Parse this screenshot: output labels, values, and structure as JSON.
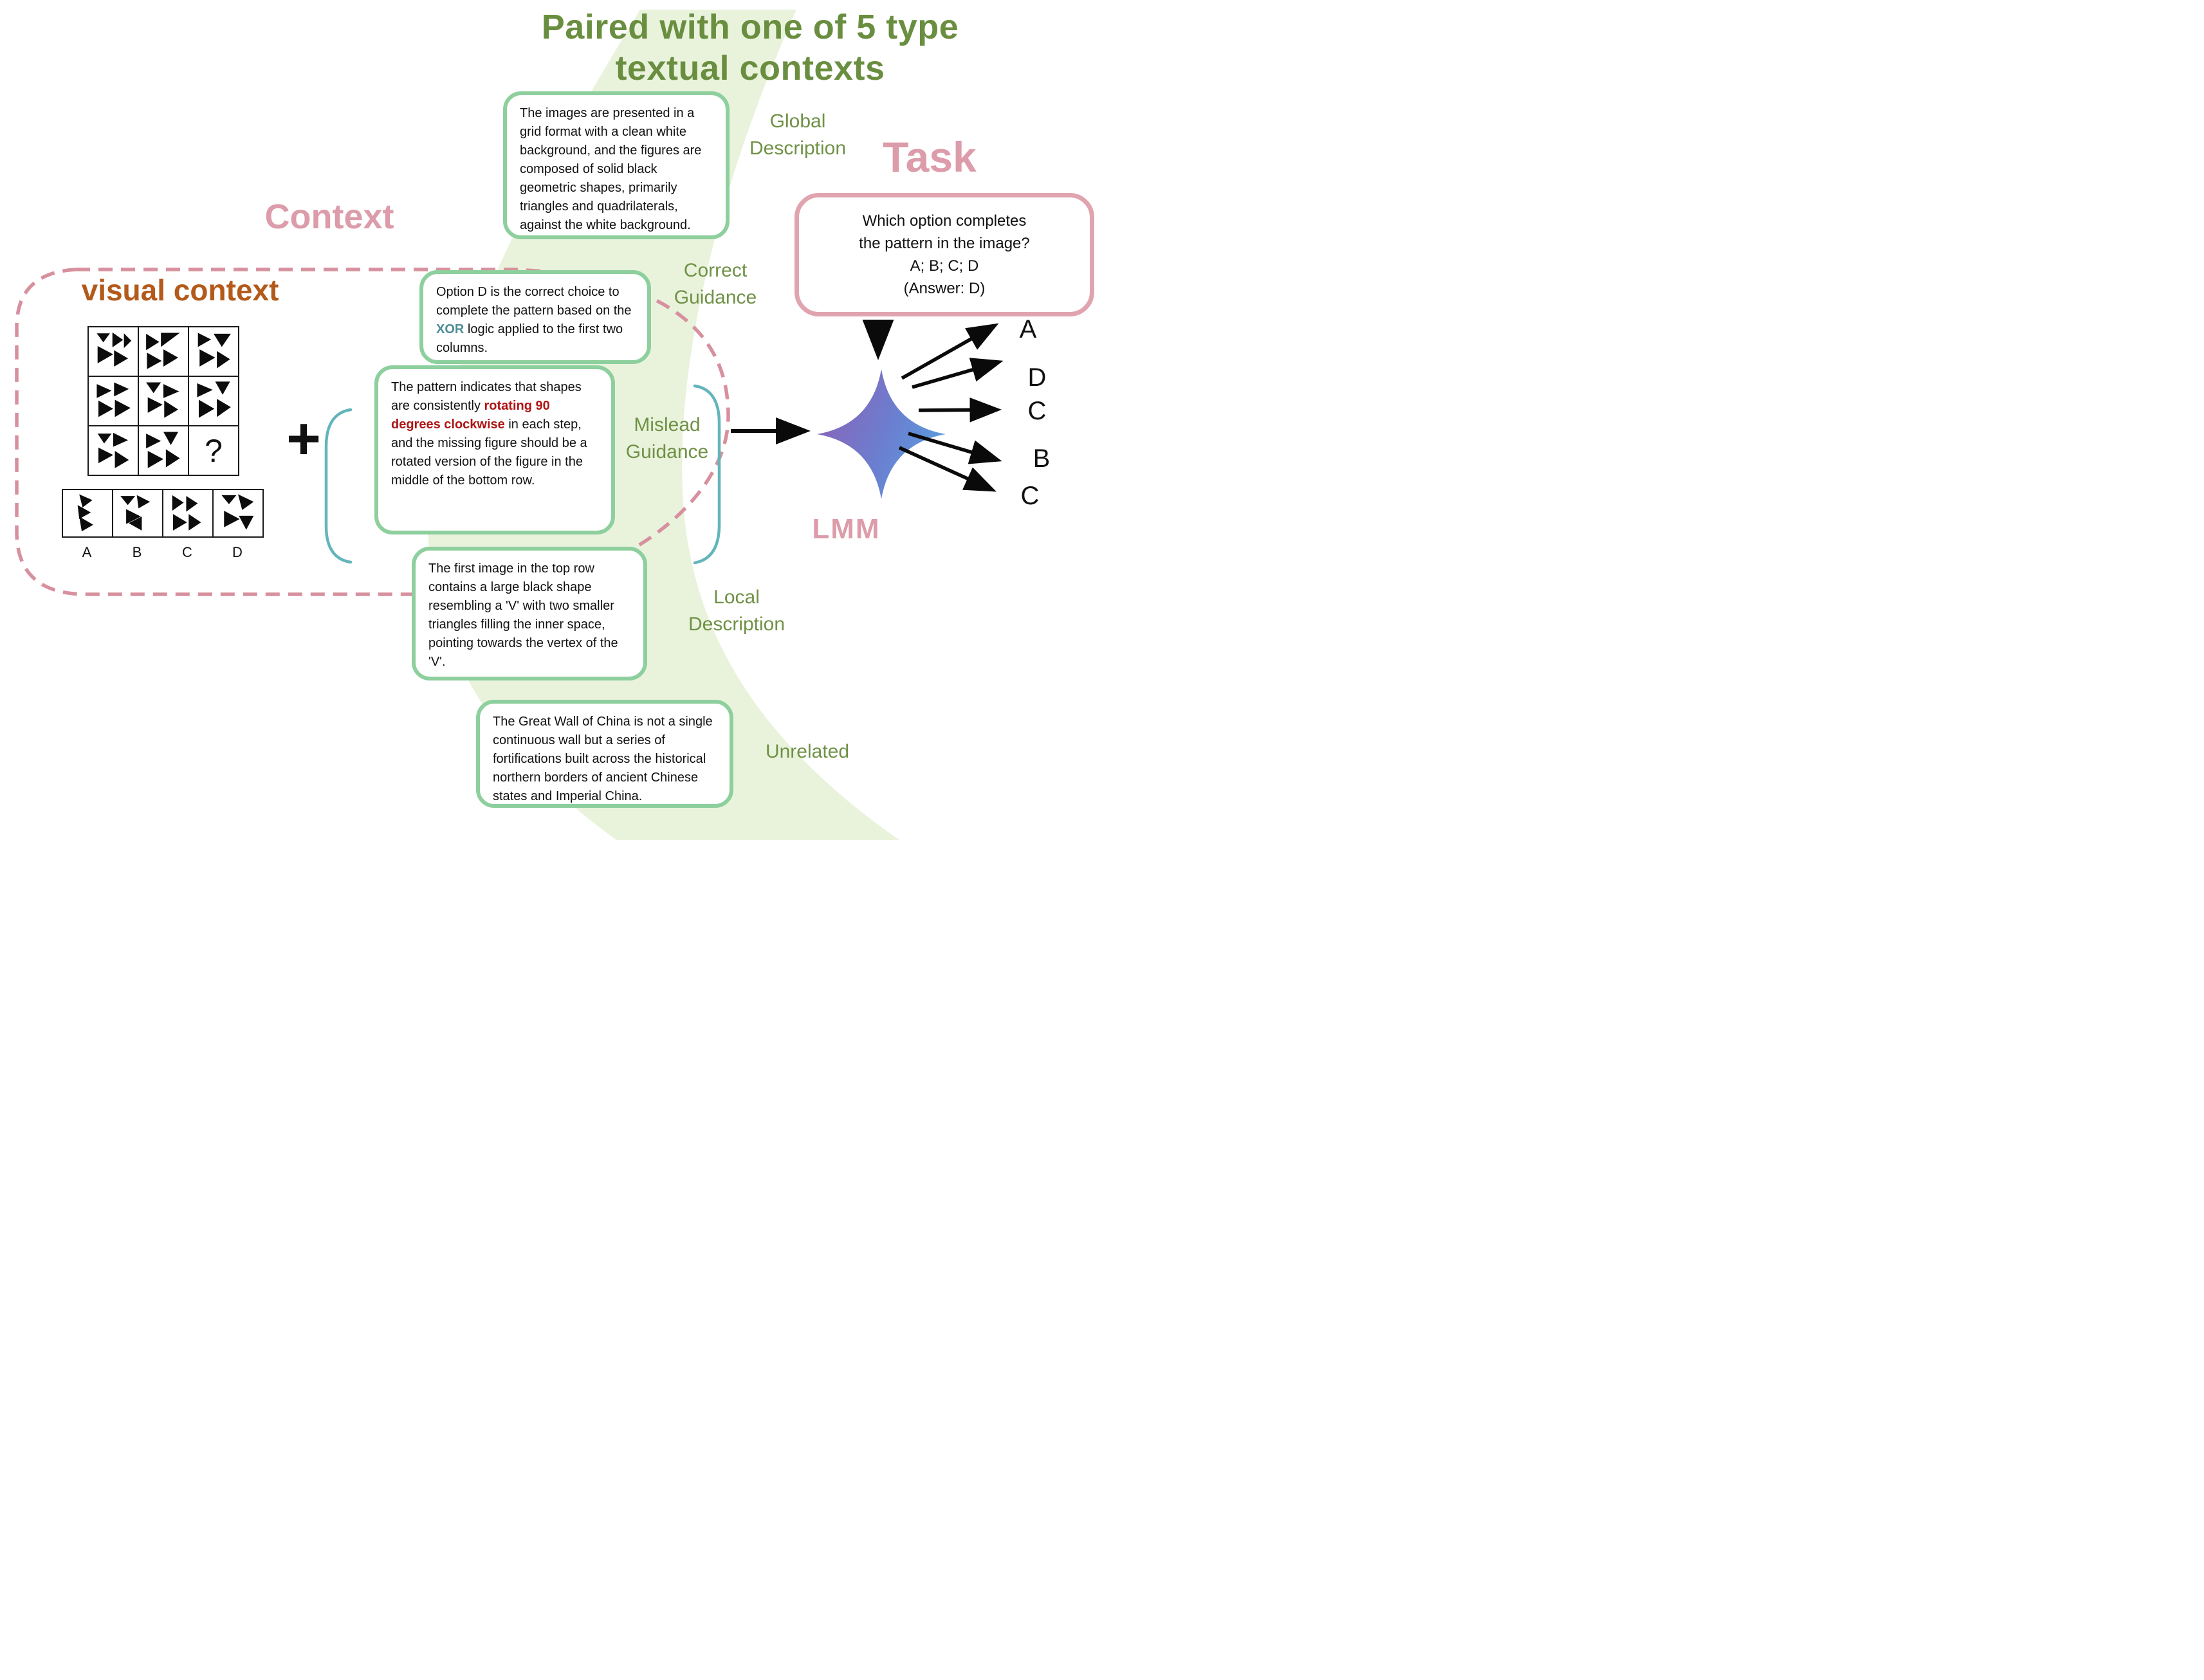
{
  "title": {
    "line1": "Paired with one of 5 type",
    "line2": "textual contexts"
  },
  "region_labels": {
    "context": "Context",
    "visual_context": "visual context",
    "task": "Task",
    "lmm": "LMM"
  },
  "type_labels": {
    "global": [
      "Global",
      "Description"
    ],
    "correct": [
      "Correct",
      "Guidance"
    ],
    "mislead": [
      "Mislead",
      "Guidance"
    ],
    "local": [
      "Local",
      "Description"
    ],
    "unrelated": [
      "Unrelated"
    ]
  },
  "context_boxes": {
    "global": {
      "text": "The images are presented in a grid format with a clean white background, and the figures are composed of solid black geometric shapes, primarily triangles and quadrilaterals, against the white background."
    },
    "correct": {
      "pre": "Option D is the correct choice to complete the pattern based on the ",
      "highlight": "XOR",
      "post": " logic applied to the first two columns."
    },
    "mislead": {
      "pre": "The pattern indicates that shapes are consistently ",
      "highlight": "rotating 90 degrees clockwise",
      "post": " in each step, and the missing figure should be a rotated version of the figure in the middle of the bottom row."
    },
    "local": {
      "text": "The first image in the top row contains a large black shape resembling a 'V' with two smaller triangles filling the inner space, pointing towards the vertex of the 'V'."
    },
    "unrelated": {
      "text": "The Great Wall of China is not a single continuous wall but a series of fortifications built across the historical northern borders of ancient Chinese states and Imperial China."
    }
  },
  "plus_sign": "+",
  "task_box": {
    "lines": [
      "Which option completes",
      "the pattern in the image?",
      "A; B; C; D",
      "(Answer: D)"
    ]
  },
  "puzzle": {
    "question_mark": "?",
    "option_labels": [
      "A",
      "B",
      "C",
      "D"
    ]
  },
  "outputs": [
    "A",
    "D",
    "C",
    "B",
    "C"
  ],
  "icons": {
    "lmm_icon": "sparkle-star-icon",
    "plus_icon": "plus-icon",
    "brackets": "parenthesis-bracket-icons"
  },
  "colors": {
    "title_green": "#6a8e40",
    "label_green": "#6f9146",
    "box_border_green": "#8ecf9e",
    "pink_label": "#dc9caa",
    "pink_dashed_border": "#d7909e",
    "task_box_border": "#e0a4af",
    "visual_context_brown": "#b35a1b",
    "mislead_red": "#ae1414",
    "xor_teal": "#4d8c96",
    "bracket_teal": "#63b5bb",
    "star_purple": "#8a63b8",
    "star_blue": "#58a0de",
    "swoosh_green": "#e9f3dc"
  }
}
